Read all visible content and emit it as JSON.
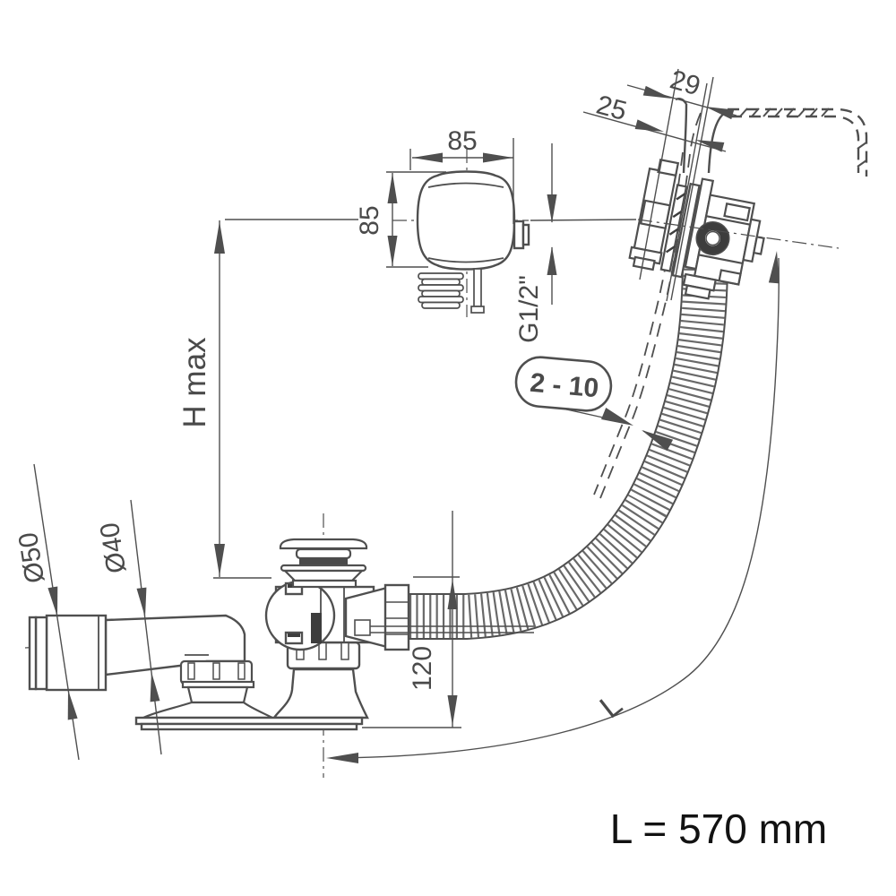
{
  "diagram": {
    "labels": {
      "overflow_width": "85",
      "overflow_height": "85",
      "rim_dim_outer": "29",
      "rim_dim_inner": "25",
      "thread_size": "G1/2\"",
      "panel_thickness_range": "2 - 10",
      "height_max": "H max",
      "outlet_diameter_outer": "Ø50",
      "outlet_diameter_inner": "Ø40",
      "trap_depth": "120",
      "hose_length_symbol": "L"
    },
    "note": {
      "hose_length": "L = 570 mm"
    },
    "colors": {
      "line": "#4f4f4f",
      "dark_fill": "#3d3d3d",
      "text": "#4a4a4a",
      "note_text": "#121212",
      "background": "#ffffff"
    }
  }
}
